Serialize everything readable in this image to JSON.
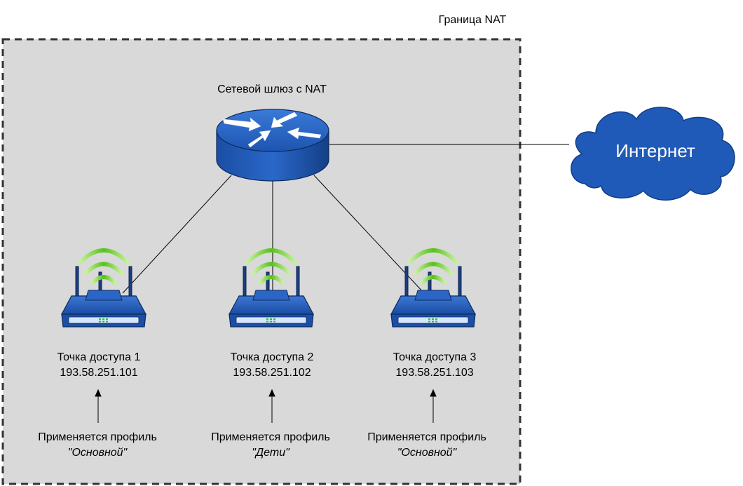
{
  "nat_boundary": {
    "label": "Граница NAT"
  },
  "gateway": {
    "label": "Сетевой шлюз с NAT",
    "icon": "router-icon"
  },
  "internet": {
    "label": "Интернет",
    "icon": "cloud-icon",
    "color": "#1f5ab8"
  },
  "access_points": [
    {
      "name": "Точка доступа 1",
      "ip": "193.58.251.101",
      "profile_prefix": "Применяется профиль",
      "profile": "\"Основной\""
    },
    {
      "name": "Точка доступа 2",
      "ip": "193.58.251.102",
      "profile_prefix": "Применяется профиль",
      "profile": "\"Дети\""
    },
    {
      "name": "Точка доступа 3",
      "ip": "193.58.251.103",
      "profile_prefix": "Применяется профиль",
      "profile": "\"Основной\""
    }
  ],
  "colors": {
    "boundary_fill": "#d9d9d9",
    "device_blue": "#1f5ab8",
    "wifi_green": "#66c91e"
  }
}
